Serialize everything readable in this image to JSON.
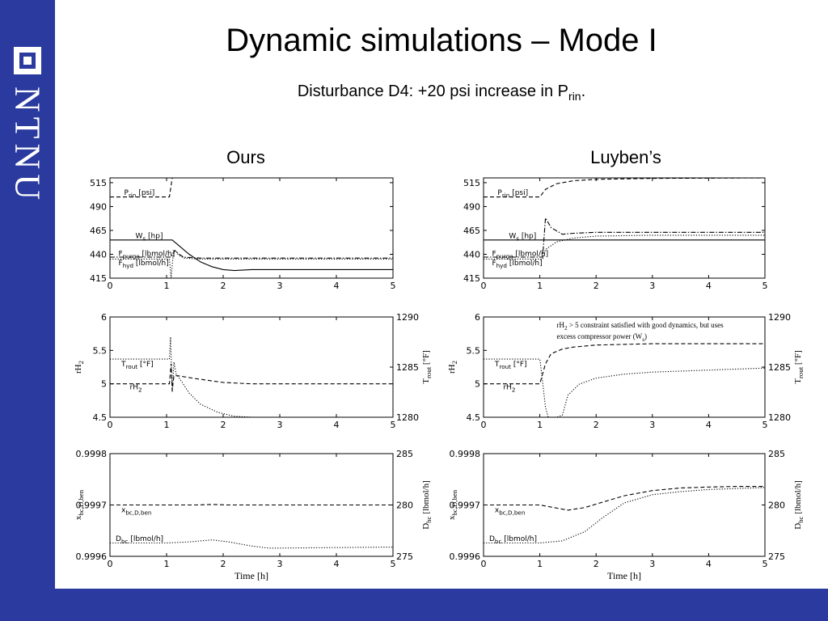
{
  "header": {
    "title": "Dynamic simulations – Mode I",
    "subtitle_main": "Disturbance D4: +20 psi increase in P",
    "subtitle_sub": "rin",
    "subtitle_end": "."
  },
  "sidebar": {
    "logo_text": "NTNU"
  },
  "columns": {
    "left": "Ours",
    "right": "Luyben’s"
  },
  "chart_data": [
    {
      "id": "ours-top",
      "type": "line",
      "x_range": [
        0,
        5
      ],
      "x_ticks": [
        0,
        1,
        2,
        3,
        4,
        5
      ],
      "y_range": [
        415,
        520
      ],
      "y_ticks": [
        415,
        440,
        465,
        490,
        515
      ],
      "series": [
        {
          "name": "P_rin [psi]",
          "style": "dashed",
          "x": [
            0,
            1.05,
            1.1,
            5
          ],
          "y": [
            500,
            500,
            520,
            520
          ]
        },
        {
          "name": "W_s [hp]",
          "style": "solid",
          "x": [
            0,
            1.1,
            1.2,
            1.4,
            1.6,
            1.8,
            2.0,
            2.2,
            2.5,
            5
          ],
          "y": [
            455,
            455,
            450,
            440,
            432,
            427,
            424,
            423,
            424,
            424
          ]
        },
        {
          "name": "F_purge [lbmol/h]",
          "style": "dashdot",
          "x": [
            0,
            1.08,
            1.1,
            1.15,
            1.2,
            1.3,
            1.6,
            2,
            5
          ],
          "y": [
            437,
            437,
            440,
            444,
            441,
            437,
            436,
            436,
            436
          ]
        },
        {
          "name": "F_hyd [lbmol/h]",
          "style": "dotted",
          "x": [
            0,
            1.05,
            1.08,
            1.12,
            1.16,
            1.2,
            1.3,
            1.6,
            2,
            5
          ],
          "y": [
            435,
            435,
            415,
            442,
            444,
            440,
            436,
            435,
            435,
            435
          ]
        }
      ],
      "labels": [
        {
          "text": "P",
          "sub": "rin",
          "rest": " [psi]"
        },
        {
          "text": "W",
          "sub": "s",
          "rest": " [hp]"
        },
        {
          "text": "F",
          "sub": "purge",
          "rest": " [lbmol/h]"
        },
        {
          "text": "F",
          "sub": "hyd",
          "rest": " [lbmol/h]"
        }
      ]
    },
    {
      "id": "luyben-top",
      "type": "line",
      "x_range": [
        0,
        5
      ],
      "x_ticks": [
        0,
        1,
        2,
        3,
        4,
        5
      ],
      "y_range": [
        415,
        520
      ],
      "y_ticks": [
        415,
        440,
        465,
        490,
        515
      ],
      "series": [
        {
          "name": "P_rin [psi]",
          "style": "dashed",
          "x": [
            0,
            1.0,
            1.1,
            1.3,
            1.6,
            2.0,
            2.5,
            3,
            5
          ],
          "y": [
            500,
            500,
            508,
            514,
            517,
            518.5,
            519,
            519.5,
            520
          ]
        },
        {
          "name": "W_s [hp]",
          "style": "solid",
          "x": [
            0,
            5
          ],
          "y": [
            455,
            455
          ]
        },
        {
          "name": "F_purge [lbmol/h]",
          "style": "dashdot",
          "x": [
            0,
            1.05,
            1.1,
            1.2,
            1.4,
            1.6,
            2,
            3,
            5
          ],
          "y": [
            437,
            437,
            478,
            468,
            461,
            462,
            463,
            463,
            463
          ]
        },
        {
          "name": "F_hyd [lbmol/h]",
          "style": "dotted",
          "x": [
            0,
            1.05,
            1.1,
            1.3,
            1.6,
            2,
            3,
            5
          ],
          "y": [
            435,
            435,
            445,
            453,
            457,
            459,
            460,
            460
          ]
        }
      ],
      "labels": [
        {
          "text": "P",
          "sub": "rin",
          "rest": " [psi]"
        },
        {
          "text": "W",
          "sub": "s",
          "rest": " [hp]"
        },
        {
          "text": "F",
          "sub": "purge",
          "rest": " [lbmol/h]"
        },
        {
          "text": "F",
          "sub": "hyd",
          "rest": " [lbmol/h]"
        }
      ]
    },
    {
      "id": "ours-mid",
      "type": "line",
      "x_range": [
        0,
        5
      ],
      "x_ticks": [
        0,
        1,
        2,
        3,
        4,
        5
      ],
      "y_range": [
        4.5,
        6
      ],
      "y_ticks": [
        4.5,
        5,
        5.5,
        6
      ],
      "y2_range": [
        1280,
        1290
      ],
      "y2_ticks": [
        1280,
        1285,
        1290
      ],
      "ylabel": {
        "text": "rH",
        "sub": "2"
      },
      "y2label": {
        "text": "T",
        "sub": "rout",
        "rest": " [°F]"
      },
      "series": [
        {
          "name": "rH2",
          "axis": "left",
          "style": "dashed",
          "x": [
            0,
            1.05,
            1.08,
            1.1,
            1.13,
            1.2,
            1.5,
            2,
            2.5,
            5
          ],
          "y": [
            5.0,
            5.0,
            5.3,
            4.9,
            5.12,
            5.12,
            5.08,
            5.02,
            5.0,
            5.0
          ]
        },
        {
          "name": "T_rout",
          "axis": "right",
          "style": "dotted",
          "x": [
            0,
            1.05,
            1.07,
            1.1,
            1.13,
            1.17,
            1.25,
            1.4,
            1.6,
            1.9,
            2.2,
            2.5,
            3,
            5
          ],
          "y": [
            1285.8,
            1285.8,
            1288,
            1282.5,
            1285.5,
            1284.3,
            1283.7,
            1282.4,
            1281.3,
            1280.5,
            1280.1,
            1280,
            1280,
            1280
          ]
        }
      ],
      "labels": [
        {
          "text": "T",
          "sub": "rout",
          "rest": " [°F]"
        },
        {
          "text": "rH",
          "sub": "2",
          "rest": ""
        }
      ]
    },
    {
      "id": "luyben-mid",
      "type": "line",
      "x_range": [
        0,
        5
      ],
      "x_ticks": [
        0,
        1,
        2,
        3,
        4,
        5
      ],
      "y_range": [
        4.5,
        6
      ],
      "y_ticks": [
        4.5,
        5,
        5.5,
        6
      ],
      "y2_range": [
        1280,
        1290
      ],
      "y2_ticks": [
        1280,
        1285,
        1290
      ],
      "ylabel": {
        "text": "rH",
        "sub": "2"
      },
      "y2label": {
        "text": "T",
        "sub": "rout",
        "rest": " [°F]"
      },
      "series": [
        {
          "name": "rH2",
          "axis": "left",
          "style": "dashed",
          "x": [
            0,
            1.0,
            1.1,
            1.2,
            1.4,
            1.6,
            2,
            3,
            5
          ],
          "y": [
            5.0,
            5.0,
            5.3,
            5.45,
            5.52,
            5.55,
            5.58,
            5.6,
            5.6
          ]
        },
        {
          "name": "T_rout",
          "axis": "right",
          "style": "dotted",
          "x": [
            0,
            1.0,
            1.05,
            1.1,
            1.15,
            1.3,
            1.4,
            1.5,
            1.7,
            2,
            2.5,
            3,
            4,
            5
          ],
          "y": [
            1285.8,
            1285.8,
            1283.5,
            1281,
            1280,
            1280,
            1280.2,
            1282.2,
            1283.3,
            1283.9,
            1284.3,
            1284.5,
            1284.7,
            1284.9
          ]
        }
      ],
      "labels": [
        {
          "text": "T",
          "sub": "rout",
          "rest": " [°F]"
        },
        {
          "text": "rH",
          "sub": "2",
          "rest": ""
        }
      ],
      "annotation": {
        "line1_a": "rH",
        "line1_sub": "2",
        "line1_b": " > 5 constraint satisfied with good dynamics, but uses",
        "line2_a": "excess compressor power (W",
        "line2_sub": "s",
        "line2_b": ")"
      }
    },
    {
      "id": "ours-bot",
      "type": "line",
      "x_range": [
        0,
        5
      ],
      "x_ticks": [
        0,
        1,
        2,
        3,
        4,
        5
      ],
      "y_range": [
        0.9996,
        0.9998
      ],
      "y_ticks": [
        "0.9996",
        "0.9997",
        "0.9998"
      ],
      "y2_range": [
        275,
        285
      ],
      "y2_ticks": [
        275,
        280,
        285
      ],
      "xlabel": "Time [h]",
      "ylabel": {
        "text": "x",
        "sub": "bc,D,ben"
      },
      "y2label": {
        "text": "D",
        "sub": "bc",
        "rest": " [lbmol/h]"
      },
      "series": [
        {
          "name": "x_bc,D,ben",
          "axis": "left",
          "style": "dashed",
          "x": [
            0,
            1,
            1.5,
            1.8,
            2.1,
            2.5,
            3,
            5
          ],
          "y": [
            0.9997,
            0.9997,
            0.9997,
            0.999701,
            0.9997,
            0.9997,
            0.9997,
            0.9997
          ]
        },
        {
          "name": "D_bc [lbmol/h]",
          "axis": "right",
          "style": "dotted",
          "x": [
            0,
            1,
            1.4,
            1.8,
            2.1,
            2.5,
            2.8,
            3,
            5
          ],
          "y": [
            276.3,
            276.3,
            276.4,
            276.6,
            276.4,
            276,
            275.8,
            275.8,
            275.9
          ]
        }
      ],
      "labels": [
        {
          "text": "x",
          "sub": "bc,D,ben",
          "rest": ""
        },
        {
          "text": "D",
          "sub": "bc",
          "rest": " [lbmol/h]"
        }
      ]
    },
    {
      "id": "luyben-bot",
      "type": "line",
      "x_range": [
        0,
        5
      ],
      "x_ticks": [
        0,
        1,
        2,
        3,
        4,
        5
      ],
      "y_range": [
        0.9996,
        0.9998
      ],
      "y_ticks": [
        "0.9996",
        "0.9997",
        "0.9998"
      ],
      "y2_range": [
        275,
        285
      ],
      "y2_ticks": [
        275,
        280,
        285
      ],
      "xlabel": "Time [h]",
      "ylabel": {
        "text": "x",
        "sub": "bc,D,ben"
      },
      "y2label": {
        "text": "D",
        "sub": "bc",
        "rest": " [lbmol/h]"
      },
      "series": [
        {
          "name": "x_bc,D,ben",
          "axis": "left",
          "style": "dashed",
          "x": [
            0,
            1,
            1.5,
            1.8,
            2.1,
            2.5,
            3,
            3.5,
            4,
            4.5,
            5
          ],
          "y": [
            0.9997,
            0.9997,
            0.99969,
            0.999695,
            0.999705,
            0.999718,
            0.999728,
            0.999733,
            0.999735,
            0.999736,
            0.999736
          ]
        },
        {
          "name": "D_bc [lbmol/h]",
          "axis": "right",
          "style": "dotted",
          "x": [
            0,
            1,
            1.4,
            1.8,
            2.1,
            2.5,
            3,
            3.5,
            4,
            4.5,
            5
          ],
          "y": [
            276.3,
            276.3,
            276.5,
            277.4,
            278.7,
            280.2,
            281.0,
            281.3,
            281.5,
            281.6,
            281.7
          ]
        }
      ],
      "labels": [
        {
          "text": "x",
          "sub": "bc,D,ben",
          "rest": ""
        },
        {
          "text": "D",
          "sub": "bc",
          "rest": " [lbmol/h]"
        }
      ]
    }
  ]
}
